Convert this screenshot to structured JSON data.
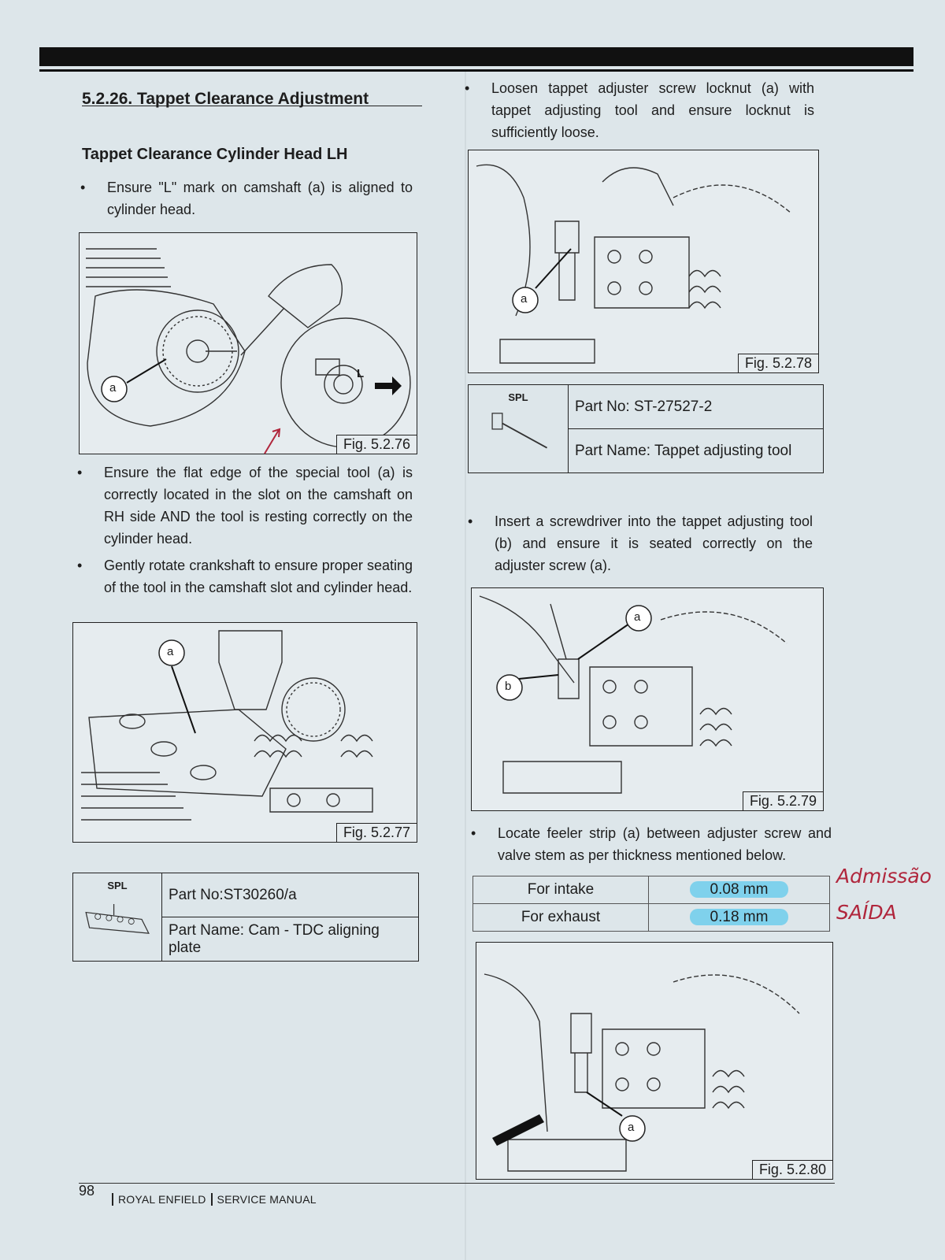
{
  "section_title": "5.2.26. Tappet Clearance Adjustment",
  "subsection_title": "Tappet Clearance Cylinder Head LH",
  "left_column": {
    "step1": "Ensure \"L\" mark on camshaft (a) is aligned to cylinder head.",
    "fig1": {
      "label": "Fig. 5.2.76",
      "callout_a": "a",
      "callout_l": "L"
    },
    "step2": "Ensure the flat edge of the special tool (a) is correctly located in the slot on the camshaft on RH side AND the tool is resting correctly on the cylinder head.",
    "step3": "Gently rotate crankshaft to ensure proper seating of the tool in the camshaft slot and cylinder head.",
    "fig2": {
      "label": "Fig. 5.2.77",
      "callout_a": "a"
    },
    "spl": {
      "tag": "SPL",
      "part_no": "Part No:ST30260/a",
      "part_name": "Part Name: Cam - TDC aligning plate"
    }
  },
  "right_column": {
    "step1": "Loosen tappet adjuster screw locknut (a) with tappet adjusting tool and ensure locknut is sufficiently loose.",
    "fig1": {
      "label": "Fig. 5.2.78",
      "callout_a": "a"
    },
    "spl": {
      "tag": "SPL",
      "part_no": "Part No: ST-27527-2",
      "part_name": "Part Name: Tappet adjusting tool"
    },
    "step2": "Insert a screwdriver into the tappet adjusting tool (b) and ensure it is seated correctly on the adjuster screw (a).",
    "fig2": {
      "label": "Fig. 5.2.79",
      "callout_a": "a",
      "callout_b": "b"
    },
    "step3": "Locate feeler strip (a) between adjuster screw and valve stem as per thickness mentioned below.",
    "clearance_table": [
      {
        "label": "For intake",
        "value": "0.08 mm"
      },
      {
        "label": "For exhaust",
        "value": "0.18 mm"
      }
    ],
    "handwritten_notes": [
      "Admissão",
      "SAÍDA"
    ],
    "fig3": {
      "label": "Fig. 5.2.80",
      "callout_a": "a"
    }
  },
  "footer": {
    "page_number": "98",
    "brand": "ROYAL ENFIELD",
    "doc": "SERVICE MANUAL"
  },
  "colors": {
    "highlight": "#7fd1ec",
    "ink_red": "#b0263c",
    "bar": "#111111"
  }
}
